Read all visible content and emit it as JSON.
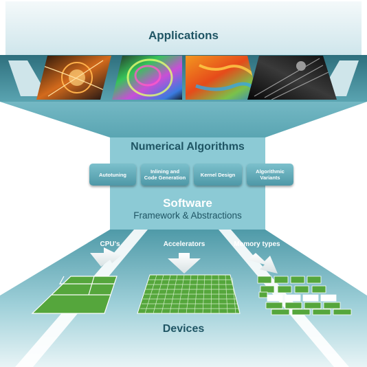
{
  "applications": {
    "title": "Applications"
  },
  "algorithms": {
    "title": "Numerical Algorithms",
    "items": [
      {
        "line1": "Autotuning",
        "line2": ""
      },
      {
        "line1": "Inlining and",
        "line2": "Code Generation"
      },
      {
        "line1": "Kernel Design",
        "line2": ""
      },
      {
        "line1": "Algorithmic",
        "line2": "Variants"
      }
    ]
  },
  "software": {
    "title": "Software",
    "subtitle": "Framework & Abstractions"
  },
  "devices": {
    "title": "Devices",
    "items": [
      {
        "label": "CPU's"
      },
      {
        "label": "Accelerators"
      },
      {
        "label": "Memory types"
      }
    ]
  },
  "colors": {
    "teal_dark": "#1f5564",
    "teal": "#5ba4b1",
    "teal_light": "#8ac8d3",
    "panel_bg": "#dcedf1",
    "device_green": "#55a63c"
  },
  "icons": [
    "particle-collision-image",
    "brain-tractography-image",
    "climate-map-image",
    "galaxy-filament-image",
    "down-arrow-icon"
  ]
}
